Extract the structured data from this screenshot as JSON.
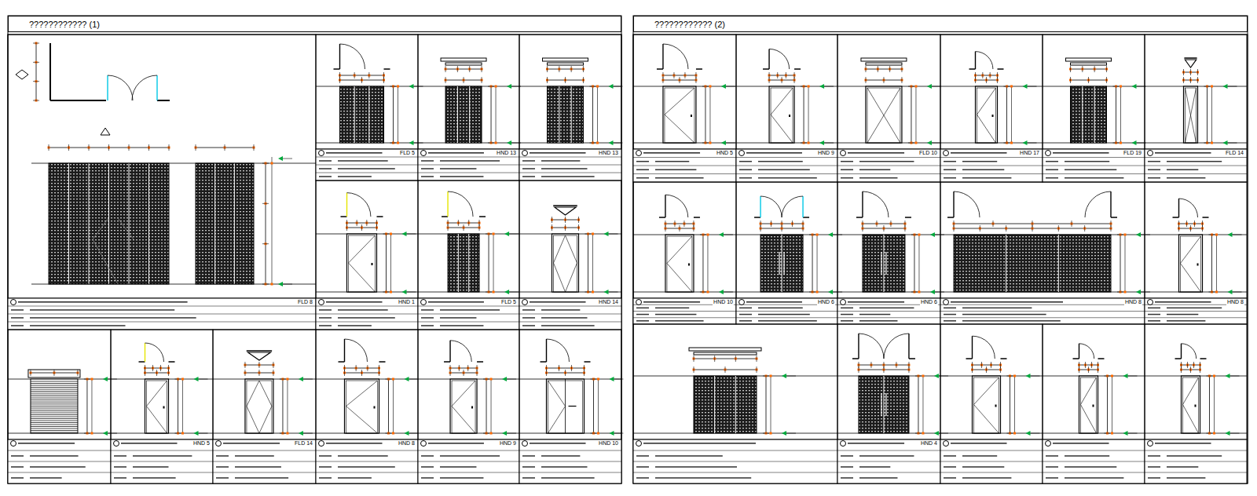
{
  "diagram": {
    "nodes": [
      {
        "text": [
          "???????????? (1)"
        ]
      },
      {
        "text": [
          "???????????? (2)"
        ]
      }
    ],
    "labels": [
      "FLD 8",
      "FLD 5",
      "HND 13",
      "HND 13",
      "HND 1",
      "FLD 5",
      "HND 14",
      "HND 5",
      "FLD 14",
      "HND 8",
      "HND 9",
      "HND 10",
      "HND 5",
      "HND 9",
      "FLD 10",
      "HND 17",
      "FLD 19",
      "FLD 14",
      "HND 10",
      "HND 6",
      "HND 6",
      "HND 8",
      "HND 8",
      "HND 4"
    ]
  }
}
